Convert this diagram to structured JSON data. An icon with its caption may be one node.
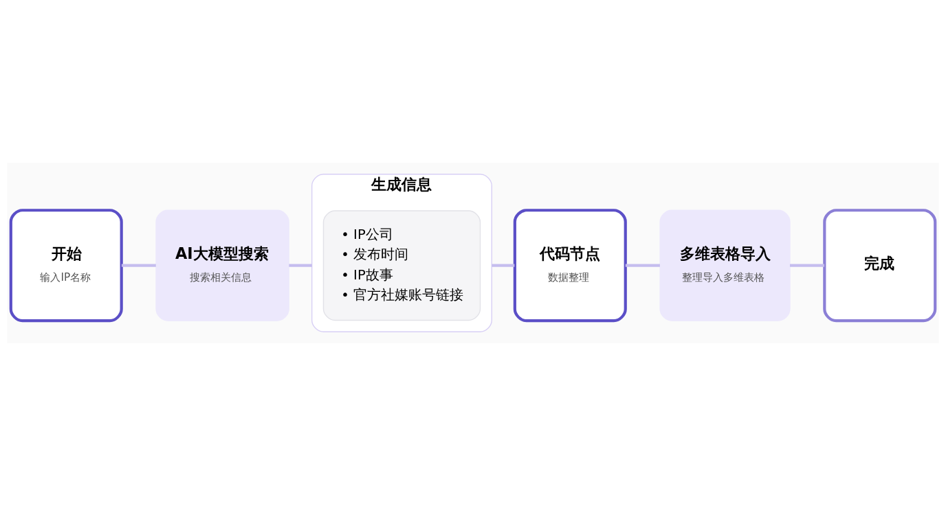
{
  "diagram": {
    "nodes": [
      {
        "text": [
          "开始",
          "输入IP名称"
        ]
      },
      {
        "text": [
          "AI大模型搜索",
          "搜索相关信息"
        ]
      },
      {
        "text": [
          "生成信息"
        ]
      },
      {
        "text": [
          "• IP公司",
          "• 发布时间",
          "• IP故事",
          "• 官方社媒账号链接"
        ],
        "in": 2
      },
      {
        "text": [
          "代码节点",
          "数据整理"
        ]
      },
      {
        "text": [
          "多维表格导入",
          "整理导入多维表格"
        ]
      },
      {
        "text": [
          "完成"
        ]
      }
    ],
    "edges": [
      {
        "from": 0,
        "to": 1,
        "arrow": "none"
      },
      {
        "from": 1,
        "to": 2,
        "arrow": "none"
      },
      {
        "from": 2,
        "to": 4,
        "arrow": "none"
      },
      {
        "from": 4,
        "to": 5,
        "arrow": "none"
      },
      {
        "from": 5,
        "to": 6,
        "arrow": "none"
      }
    ]
  }
}
